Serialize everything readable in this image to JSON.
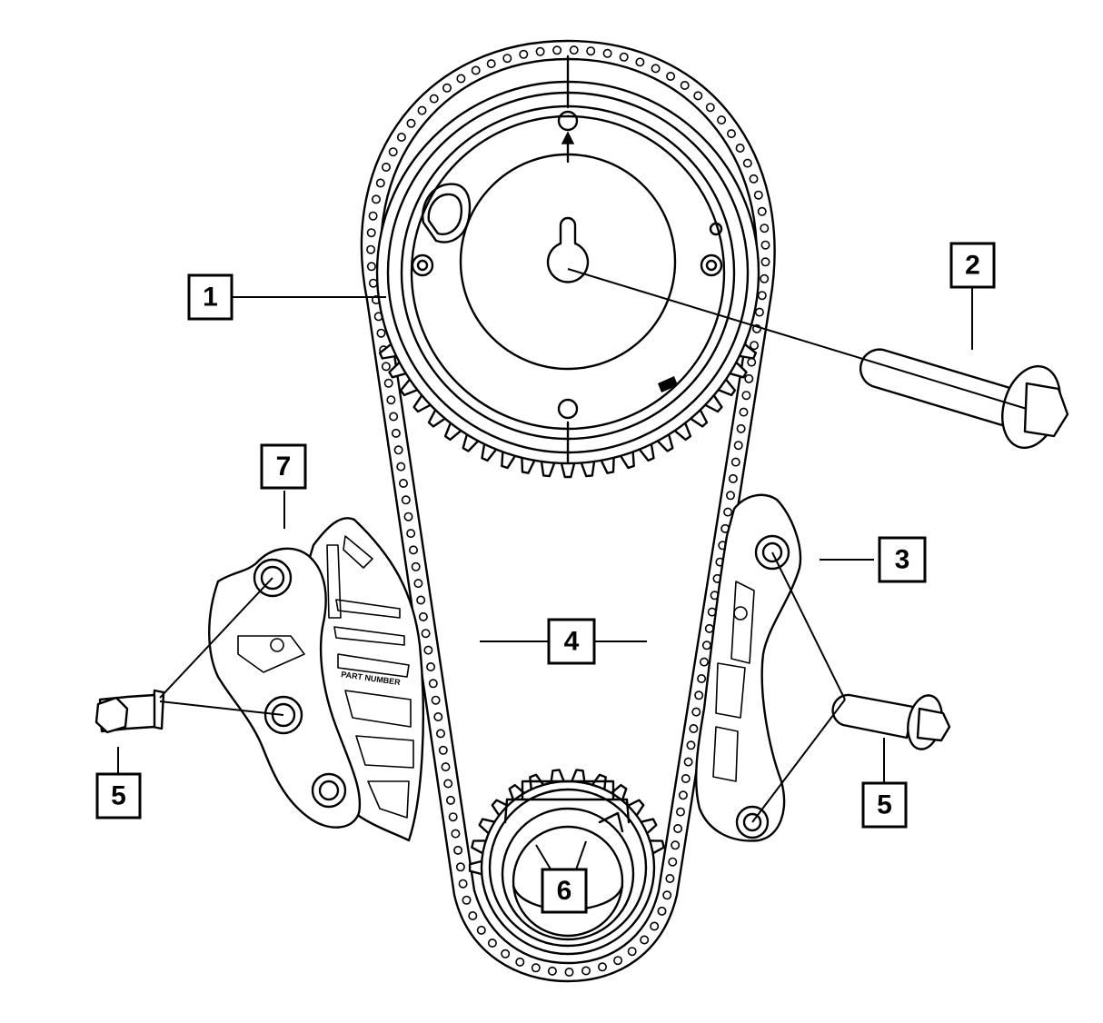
{
  "callouts": {
    "c1": "1",
    "c2": "2",
    "c3": "3",
    "c4": "4",
    "c5_left": "5",
    "c5_right": "5",
    "c6": "6",
    "c7": "7"
  },
  "stamps": {
    "part_number": "PART NUMBER"
  },
  "colors": {
    "line": "#000000",
    "background": "#ffffff"
  }
}
